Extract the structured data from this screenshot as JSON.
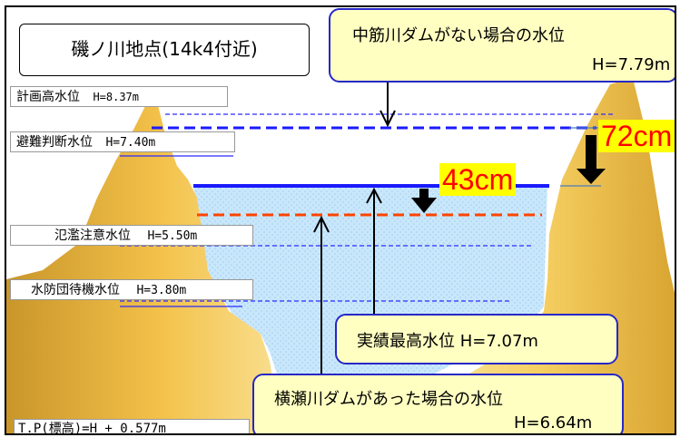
{
  "title": "磯ノ川地点(14k4付近)",
  "levels": [
    {
      "name": "計画高水位",
      "value": "H=8.37m"
    },
    {
      "name": "避難判断水位",
      "value": "H=7.40m"
    },
    {
      "name": "氾濫注意水位",
      "value": "H=5.50m"
    },
    {
      "name": "水防団待機水位",
      "value": "H=3.80m"
    }
  ],
  "callouts": {
    "no_dam": {
      "line1": "中筋川ダムがない場合の水位",
      "line2": "H=7.79m"
    },
    "record": {
      "line1": "実績最高水位 H=7.07m"
    },
    "with_dam": {
      "line1": "横瀬川ダムがあった場合の水位",
      "line2": "H=6.64m"
    }
  },
  "differences": {
    "dam_effect": "72cm",
    "yokose_effect": "43cm"
  },
  "footer": "T.P(標高)=H + 0.577m",
  "colors": {
    "water": "#c8e6fa",
    "mountain": "#f3c24a",
    "callout_bg": "#ffffc2",
    "callout_border": "#2727c8",
    "line_no_dam": "#1a1aff",
    "line_record": "#1a1aff",
    "line_with_dam": "#ff4400",
    "diff_text": "#ff0000",
    "diff_bg": "#ffff00"
  }
}
